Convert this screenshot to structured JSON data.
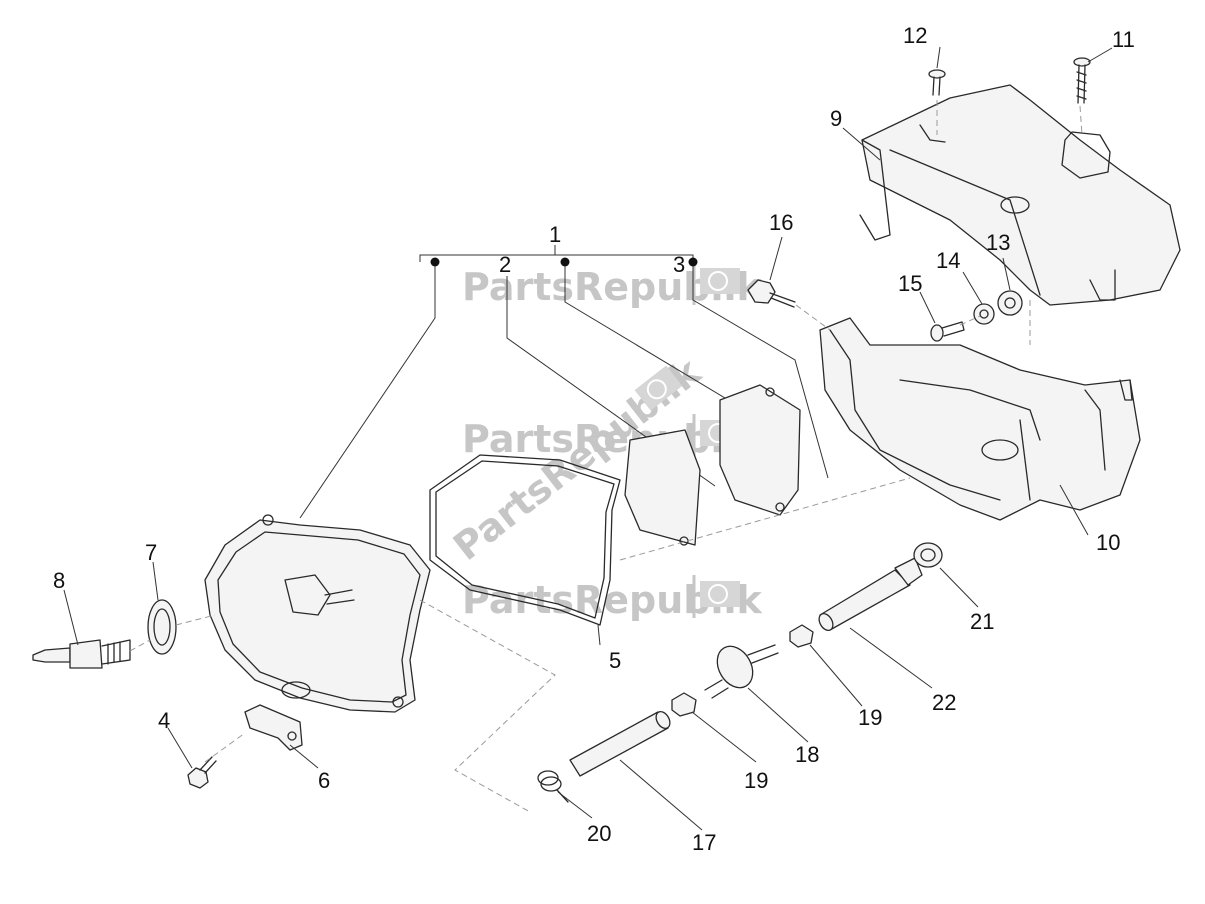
{
  "watermark": {
    "text": "PartsRepublik",
    "icon": "gear-flag-icon",
    "color": "#c6c6c6"
  },
  "callouts": [
    {
      "id": "1",
      "label": "1"
    },
    {
      "id": "2",
      "label": "2"
    },
    {
      "id": "3",
      "label": "3"
    },
    {
      "id": "4",
      "label": "4"
    },
    {
      "id": "5",
      "label": "5"
    },
    {
      "id": "6",
      "label": "6"
    },
    {
      "id": "7",
      "label": "7"
    },
    {
      "id": "8",
      "label": "8"
    },
    {
      "id": "9",
      "label": "9"
    },
    {
      "id": "10",
      "label": "10"
    },
    {
      "id": "11",
      "label": "11"
    },
    {
      "id": "12",
      "label": "12"
    },
    {
      "id": "13",
      "label": "13"
    },
    {
      "id": "14",
      "label": "14"
    },
    {
      "id": "15",
      "label": "15"
    },
    {
      "id": "16",
      "label": "16"
    },
    {
      "id": "17",
      "label": "17"
    },
    {
      "id": "18",
      "label": "18"
    },
    {
      "id": "19a",
      "label": "19"
    },
    {
      "id": "19b",
      "label": "19"
    },
    {
      "id": "20",
      "label": "20"
    },
    {
      "id": "21",
      "label": "21"
    },
    {
      "id": "22",
      "label": "22"
    }
  ]
}
